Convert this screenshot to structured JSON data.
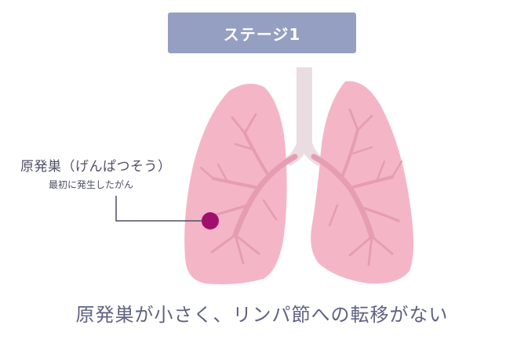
{
  "stage": {
    "label": "ステージ1"
  },
  "annotation": {
    "title": "原発巣（げんぱつそう）",
    "subtitle": "最初に発生したがん"
  },
  "caption": "原発巣が小さく、リンパ節への転移がない",
  "colors": {
    "badge": "#949fc2",
    "lung": "#f4b6c6",
    "bronchi": "#e69db0",
    "trachea": "#e9dde2",
    "tumor": "#a10f6e",
    "leader_line": "#4f4f66"
  }
}
